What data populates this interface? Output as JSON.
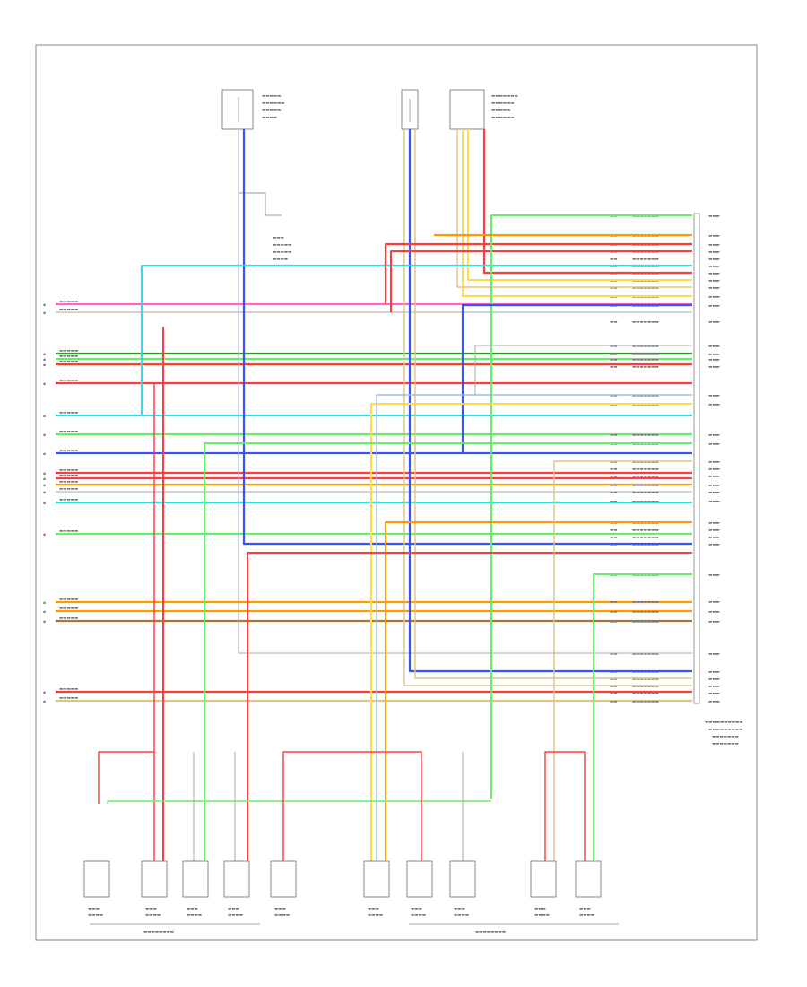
{
  "diagram": {
    "page_id": "",
    "wire_colors": {
      "black": "#222222",
      "red": "#ff3b3b",
      "pink": "#ff66cc",
      "orange": "#ff9900",
      "yellow": "#ffdd44",
      "lightgreen": "#66ee66",
      "darkgreen": "#22aa22",
      "cyan": "#33dddd",
      "blue": "#3355ff",
      "tan": "#ddc488",
      "brown": "#aa7733",
      "gray": "#aaaaaa",
      "lightblue": "#99bbee"
    },
    "horizontal_wires": [
      {
        "color": "pink"
      },
      {
        "color": "gray"
      },
      {
        "color": "darkgreen"
      },
      {
        "color": "red"
      },
      {
        "color": "red"
      },
      {
        "color": "cyan"
      },
      {
        "color": "lightgreen"
      },
      {
        "color": "blue"
      },
      {
        "color": "red"
      },
      {
        "color": "red"
      },
      {
        "color": "gray"
      },
      {
        "color": "cyan"
      },
      {
        "color": "lightgreen"
      },
      {
        "color": "orange"
      },
      {
        "color": "orange"
      },
      {
        "color": "brown"
      },
      {
        "color": "red"
      },
      {
        "color": "tan"
      }
    ],
    "right_wires": [
      {
        "color": "lightgreen"
      },
      {
        "color": "orange"
      },
      {
        "color": "red"
      },
      {
        "color": "red"
      },
      {
        "color": "red"
      },
      {
        "color": "cyan"
      },
      {
        "color": "red"
      },
      {
        "color": "tan"
      },
      {
        "color": "blue"
      },
      {
        "color": "yellow"
      },
      {
        "color": "blue"
      },
      {
        "color": "lightgreen"
      },
      {
        "color": "blue"
      },
      {
        "color": "red"
      },
      {
        "color": "orange"
      },
      {
        "color": "orange"
      },
      {
        "color": "red"
      },
      {
        "color": "lightgreen"
      },
      {
        "color": "blue"
      },
      {
        "color": "red"
      },
      {
        "color": "lightgreen"
      },
      {
        "color": "orange"
      },
      {
        "color": "blue"
      },
      {
        "color": "red"
      },
      {
        "color": "red"
      }
    ],
    "components": {
      "top_sensor_a": {
        "name": "top-sensor-a"
      },
      "top_sensor_b": {
        "name": "top-sensor-b"
      },
      "top_sensor_c": {
        "name": "top-sensor-c"
      },
      "pcm": {
        "name": "pcm-connector"
      },
      "bottom": [
        {
          "name": "bottom-component-1"
        },
        {
          "name": "bottom-component-2"
        },
        {
          "name": "bottom-component-3"
        },
        {
          "name": "bottom-component-4"
        },
        {
          "name": "bottom-component-5"
        },
        {
          "name": "bottom-component-6"
        },
        {
          "name": "bottom-component-7"
        },
        {
          "name": "bottom-component-8"
        },
        {
          "name": "bottom-component-9"
        },
        {
          "name": "bottom-component-10"
        }
      ]
    }
  }
}
